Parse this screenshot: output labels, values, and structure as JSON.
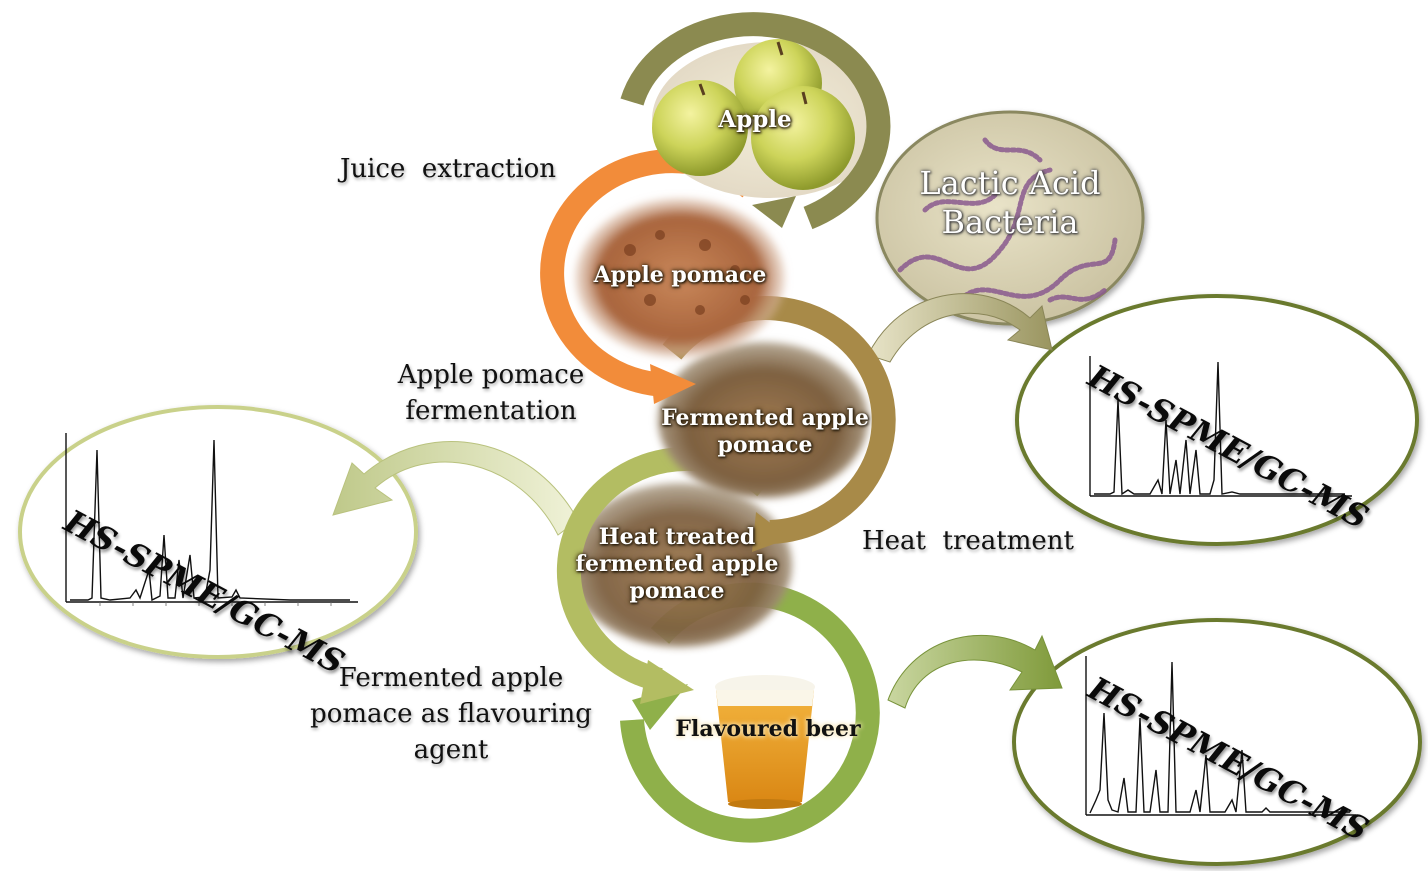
{
  "nodes": {
    "apple": "Apple",
    "apple_pomace": "Apple pomace",
    "fermented_pomace": "Fermented apple pomace",
    "heat_treated_pomace": "Heat treated fermented apple pomace",
    "flavoured_beer": "Flavoured beer",
    "lactic_acid_bacteria": "Lactic Acid Bacteria"
  },
  "steps": {
    "juice_extraction": "Juice  extraction",
    "pomace_fermentation": "Apple pomace fermentation",
    "heat_treatment": "Heat  treatment",
    "flavouring_agent": "Fermented apple pomace as flavouring agent"
  },
  "analyses": {
    "left": "HS-SPME/GC-MS",
    "right_top": "HS-SPME/GC-MS",
    "right_bottom": "HS-SPME/GC-MS"
  },
  "colors": {
    "apple_ring": "#8b8a50",
    "pomace_ring": "#f28c3a",
    "fermented_ring": "#a88a48",
    "heat_ring": "#b3bd62",
    "beer_ring": "#8fb04a",
    "left_oval_border": "#c9d18a",
    "right_oval_border": "#6b7a2f",
    "lab_oval_border": "#8a8860"
  },
  "icons": [
    "arrow-icon",
    "chromatogram-icon",
    "bacteria-icon",
    "beer-glass-icon"
  ]
}
